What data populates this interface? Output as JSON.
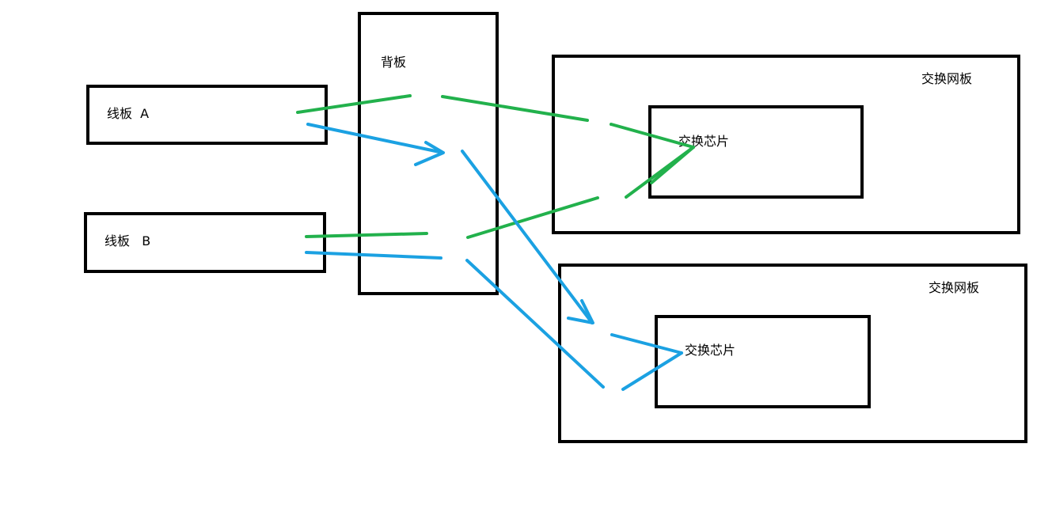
{
  "labels": {
    "line_card_a": "线板  A",
    "line_card_b": "线板   B",
    "backplane": "背板",
    "switch_fabric_1": "交换网板",
    "switch_chip_1": "交换芯片",
    "switch_fabric_2": "交换网板",
    "switch_chip_2": "交换芯片"
  },
  "colors": {
    "box_border": "#000000",
    "green_link": "#22b14c",
    "blue_link": "#1ba1e2"
  }
}
